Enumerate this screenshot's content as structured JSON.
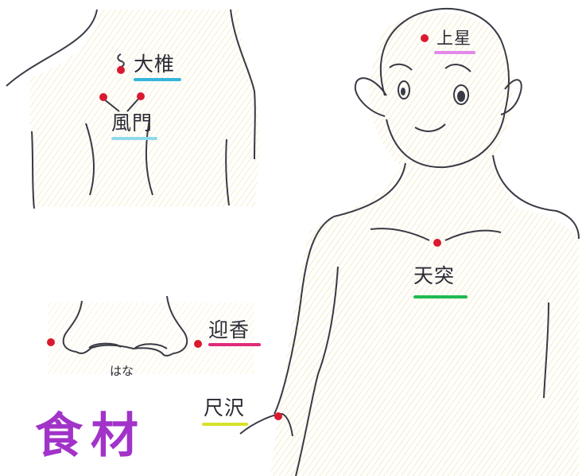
{
  "labels": {
    "dazhui": "大椎",
    "fengmen": "風門",
    "shangxing": "上星",
    "tiantu": "天突",
    "yingxiang": "迎香",
    "chize": "尺沢",
    "nose_caption": "はな"
  },
  "title": "食材",
  "colors": {
    "point": "#d9192f",
    "line": "#3a3a45",
    "title": "#a233c9",
    "underline_dazhui": "#35b5dc",
    "underline_fengmen": "#8fd9ec",
    "underline_shangxing": "#e389e9",
    "underline_tiantu": "#1fbb52",
    "underline_yingxiang": "#e02a7a",
    "underline_chize": "#d7e22a",
    "paper_tint": "#f6edc4"
  }
}
